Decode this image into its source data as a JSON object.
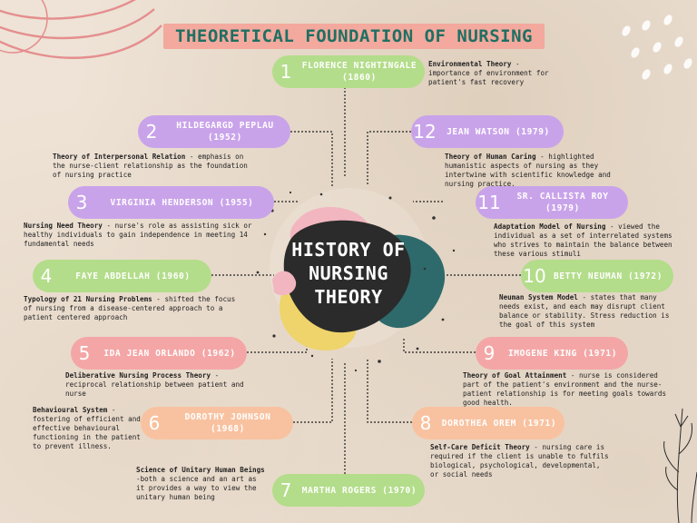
{
  "title": "THEORETICAL FOUNDATION OF NURSING",
  "center": {
    "line1": "HISTORY OF",
    "line2": "NURSING",
    "line3": "THEORY"
  },
  "theorists": [
    {
      "num": "1",
      "name": "FLORENCE NIGHTINGALE (1860)",
      "theory": "Environmental Theory",
      "desc": " - importance of environment for patient's fast recovery"
    },
    {
      "num": "2",
      "name": "HILDEGARGD PEPLAU (1952)",
      "theory": "Theory of Interpersonal Relation",
      "desc": " - emphasis on the nurse-client relationship as the foundation of nursing practice"
    },
    {
      "num": "3",
      "name": "VIRGINIA HENDERSON (1955)",
      "theory": "Nursing Need Theory",
      "desc": " - nurse's role as assisting sick or healthy individuals to gain independence in meeting 14 fundamental needs"
    },
    {
      "num": "4",
      "name": "FAYE ABDELLAH (1960)",
      "theory": "Typology of 21 Nursing Problems",
      "desc": " - shifted the focus of nursing from a disease-centered approach to a patient centered approach"
    },
    {
      "num": "5",
      "name": "IDA JEAN ORLANDO (1962)",
      "theory": "Deliberative Nursing Process Theory",
      "desc": " - reciprocal relationship between patient and nurse"
    },
    {
      "num": "6",
      "name": "DOROTHY JOHNSON (1968)",
      "theory": "Behavioural System",
      "desc": " - fostering of efficient and effective behavioural functioning in the patient to prevent illness."
    },
    {
      "num": "7",
      "name": "MARTHA ROGERS (1970)",
      "theory": "Science of Unitary Human Beings",
      "desc": " -both a science and an art as it provides a way to view the unitary human being"
    },
    {
      "num": "8",
      "name": "DOROTHEA OREM (1971)",
      "theory": "Self-Care Deficit Theory",
      "desc": " - nursing care is required if the client is unable to fulfils biological, psychological, developmental, or social needs"
    },
    {
      "num": "9",
      "name": "IMOGENE KING (1971)",
      "theory": "Theory of Goal Attainment",
      "desc": " - nurse is considered part of the patient's environment and the nurse-patient relationship is for meeting goals towards good health."
    },
    {
      "num": "10",
      "name": "BETTY NEUMAN (1972)",
      "theory": "Neuman System Model",
      "desc": " - states that many needs exist, and each may disrupt client balance or stability. Stress reduction is the goal of this system"
    },
    {
      "num": "11",
      "name": "SR. CALLISTA ROY (1979)",
      "theory": "Adaptation Model of Nursing",
      "desc": " - viewed the individual as a set of interrelated systems who strives to maintain the balance between these various stimuli"
    },
    {
      "num": "12",
      "name": "JEAN WATSON (1979)",
      "theory": "Theory of Human Caring",
      "desc": " - highlighted humanistic aspects of nursing as they intertwine with scientific knowledge and nursing practice."
    }
  ],
  "colors": {
    "green": "#b3dd8a",
    "purple": "#c9a3ea",
    "pink": "#f4a6a6",
    "orange": "#f8c2a0",
    "banner": "#f3a99d",
    "title_text": "#1f6f63"
  }
}
